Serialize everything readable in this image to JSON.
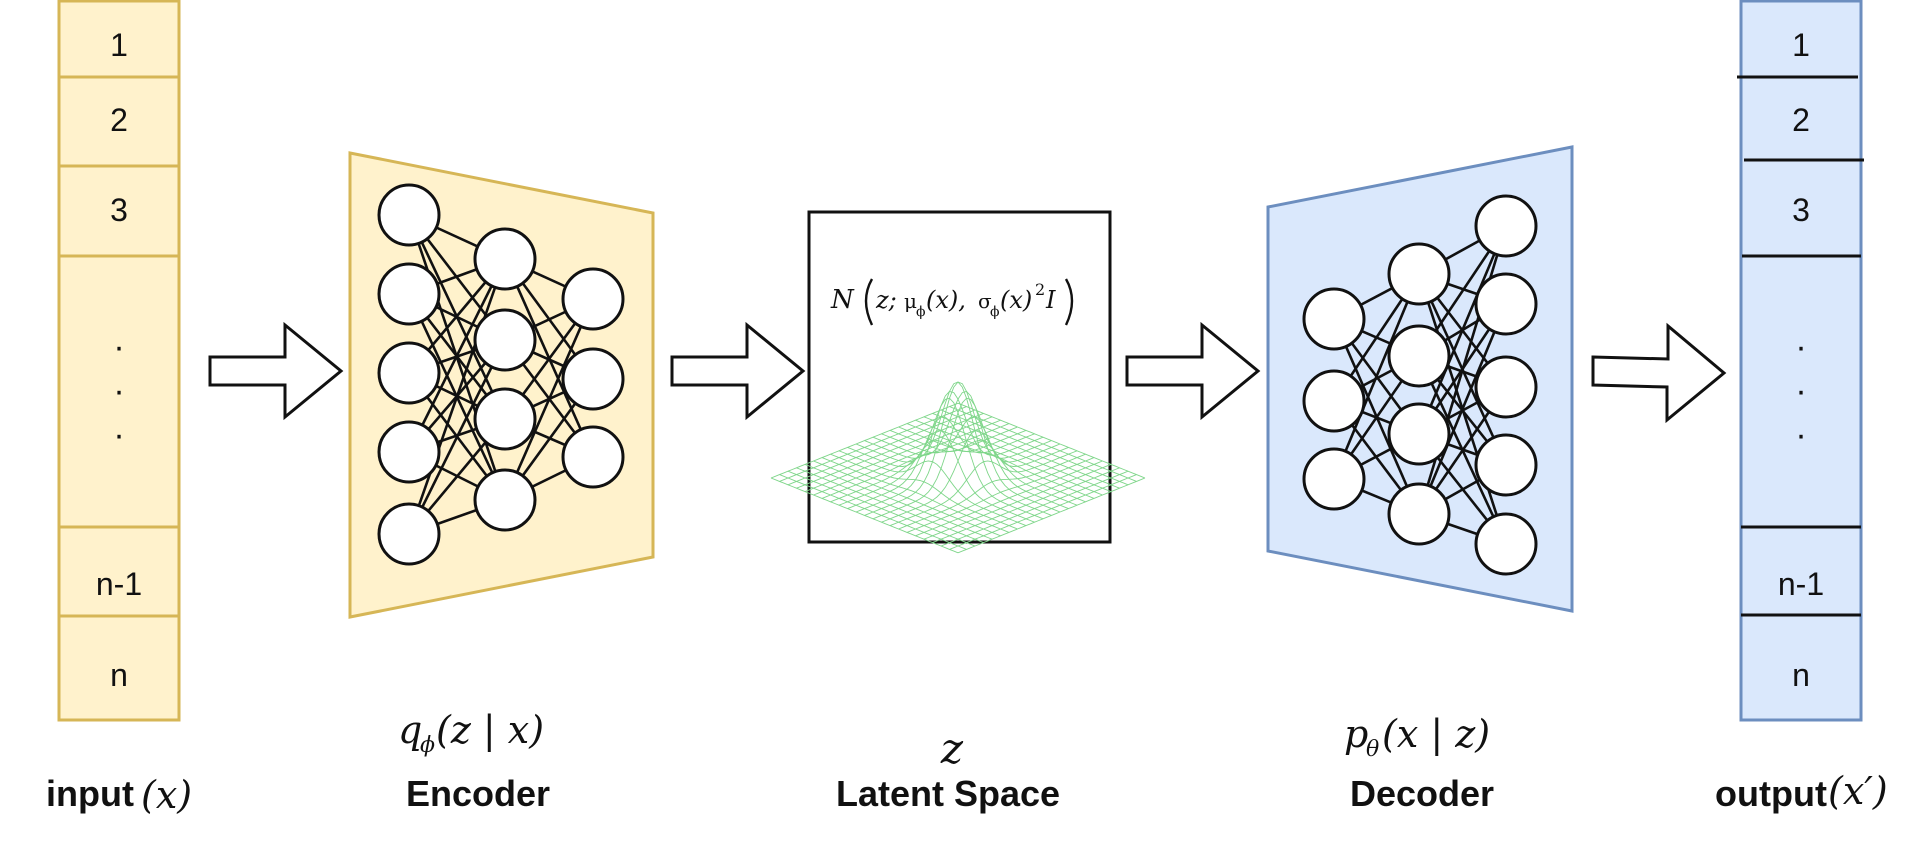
{
  "input_vector": {
    "cells": [
      "1",
      "2",
      "3",
      "n-1",
      "n"
    ],
    "ellipsis": [
      "·",
      "·",
      "·"
    ],
    "label_text": "input",
    "label_math": "(x)"
  },
  "encoder": {
    "formula_q": "q",
    "formula_sub": "ϕ",
    "formula_args": "(z | x)",
    "label": "Encoder"
  },
  "latent": {
    "distribution_N": "N",
    "distribution_z": "z;",
    "distribution_mu": "μ",
    "distribution_sub1": "ϕ",
    "distribution_mid": "(x), ",
    "distribution_sigma": "σ",
    "distribution_sub2": "ϕ",
    "distribution_tail": "(x)",
    "distribution_sup": "2",
    "distribution_I": "I",
    "symbol": "z",
    "label": "Latent Space"
  },
  "decoder": {
    "formula_p": "p",
    "formula_sub": "θ",
    "formula_args": "(x | z)",
    "label": "Decoder"
  },
  "output_vector": {
    "cells": [
      "1",
      "2",
      "3",
      "n-1",
      "n"
    ],
    "ellipsis": [
      "·",
      "·",
      "·"
    ],
    "label_text": "output",
    "label_math": "(x′)"
  },
  "colors": {
    "encoder_fill": "#fff2cc",
    "encoder_stroke": "#d6b656",
    "decoder_fill": "#dae8fc",
    "decoder_stroke": "#6c8ebf",
    "gaussian": "#7fd68a"
  }
}
